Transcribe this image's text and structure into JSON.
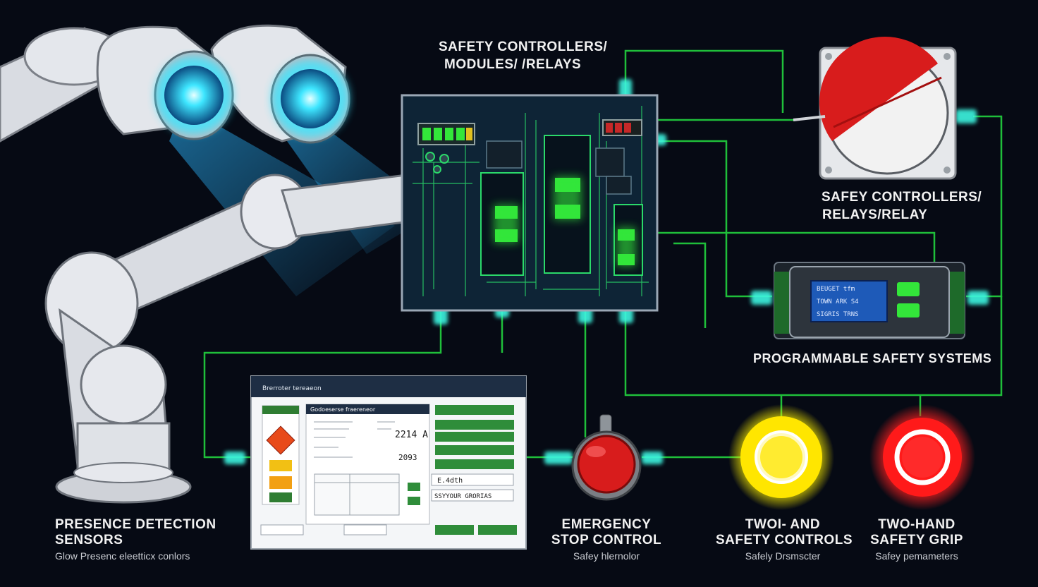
{
  "labels": {
    "controllers_top_1": "SAFETY CONTROLLERS/",
    "controllers_top_2": "MODULES/ /RELAYS",
    "controllers_right_1": "SAFEY CONTROLLERS/",
    "controllers_right_2": "RELAYS/RELAY",
    "programmable": "PROGRAMMABLE SAFETY SYSTEMS",
    "presence_1": "PRESENCE DETECTION",
    "presence_2": "SENSORS",
    "presence_sub": "Glow Presenc eleetticx conlors",
    "estop_1": "EMERGENCY",
    "estop_2": "STOP CONTROL",
    "estop_sub": "Safey hlernolor",
    "twohand_1": "TWOI- AND",
    "twohand_2": "SAFETY CONTROLS",
    "twohand_sub": "Safely Drsmscter",
    "grip_1": "TWO-HAND",
    "grip_2": "SAFETY GRIP",
    "grip_sub": "Safey  pemameters"
  },
  "hmi": {
    "window_title": "Brerroter tereaeon",
    "panel_header": "Godoeserse fraereneor",
    "readout_1": "2214 A",
    "readout_2": "2093",
    "field_1": "E.4dth",
    "field_2": "SSYYOUR GRORIAS"
  },
  "relay_display": {
    "line_1": "BEUGET tfm",
    "line_2": "TOWN ARK S4",
    "line_3": "SIGRIS TRNS"
  },
  "colors": {
    "wire": "#1fbf3a",
    "glow": "#3df5e0",
    "led_green": "#33e63a",
    "estop_red": "#d81c1c",
    "yellow_button": "#ffe600",
    "grip_red": "#ff1a1a",
    "board": "#0e2436"
  },
  "icons": [
    "robot-arm-icon",
    "presence-sensor-icon",
    "circuit-board-icon",
    "emergency-stop-icon",
    "relay-module-icon",
    "yellow-button-icon",
    "red-button-icon",
    "warning-icon"
  ]
}
